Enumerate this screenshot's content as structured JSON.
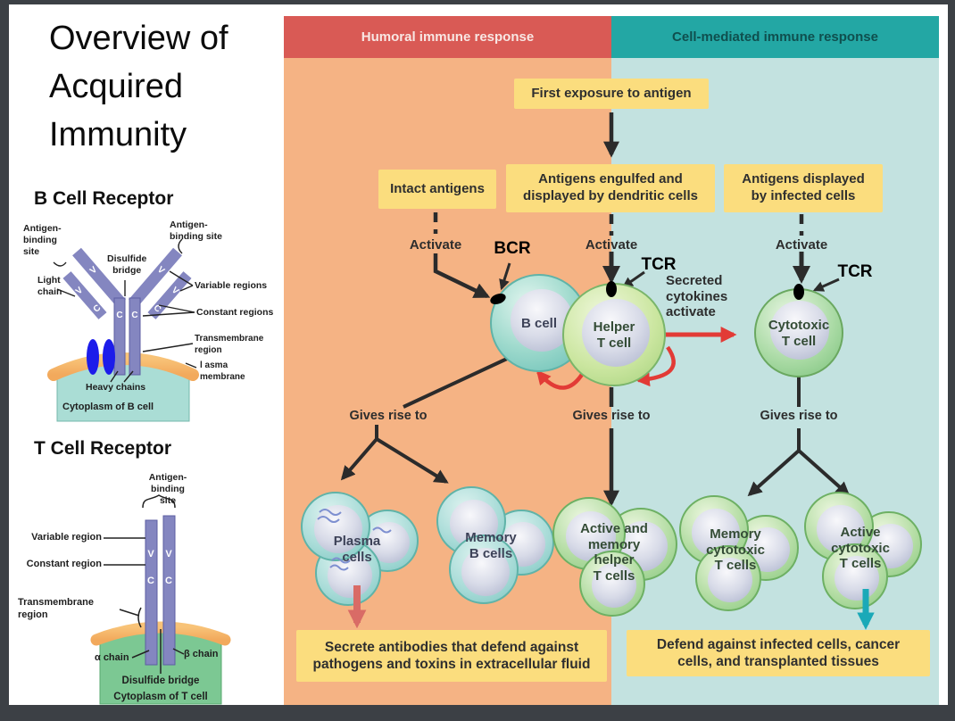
{
  "slide": {
    "title": "Overview of\nAcquired\nImmunity"
  },
  "bcr": {
    "heading": "B Cell Receptor",
    "labels": {
      "antigen_binding_left": "Antigen-\nbinding\nsite",
      "antigen_binding_right": "Antigen-\nbinding site",
      "disulfide_bridge": "Disulfide\nbridge",
      "light_chain": "Light\nchain",
      "variable_regions": "Variable regions",
      "constant_regions": "Constant regions",
      "transmembrane_region": "Transmembrane\nregion",
      "plasma_membrane": "l asma\nmembrane",
      "heavy_chains": "Heavy chains",
      "cytoplasm": "Cytoplasm of B cell",
      "v": "V",
      "c": "C"
    }
  },
  "tcr": {
    "heading": "T Cell Receptor",
    "labels": {
      "antigen_binding": "Antigen-\nbinding\nsite",
      "variable_region": "Variable region",
      "constant_region": "Constant region",
      "transmembrane_region": "Transmembrane\nregion",
      "alpha_chain": "α chain",
      "beta_chain": "β chain",
      "disulfide_bridge": "Disulfide bridge",
      "cytoplasm": "Cytoplasm of T cell",
      "v": "V",
      "c": "C"
    }
  },
  "flowchart": {
    "headers": {
      "humoral": "Humoral immune response",
      "cell_mediated": "Cell-mediated immune response"
    },
    "boxes": {
      "first_exposure": "First exposure to antigen",
      "intact_antigens": "Intact antigens",
      "antigens_engulfed": "Antigens engulfed and\ndisplayed by dendritic cells",
      "antigens_displayed": "Antigens displayed\nby infected cells",
      "humoral_outcome": "Secrete antibodies that defend against\npathogens and toxins in extracellular fluid",
      "cell_outcome": "Defend against infected cells, cancer\ncells, and transplanted tissues"
    },
    "labels": {
      "activate": "Activate",
      "bcr": "BCR",
      "tcr": "TCR",
      "secreted_cytokines": "Secreted\ncytokines\nactivate",
      "gives_rise": "Gives rise to"
    },
    "cells": {
      "b_cell": "B cell",
      "helper_t": "Helper\nT cell",
      "cytotoxic_t": "Cytotoxic\nT cell",
      "plasma": "Plasma\ncells",
      "memory_b": "Memory\nB cells",
      "active_memory_helper": "Active and\nmemory\nhelper\nT cells",
      "memory_cytotoxic": "Memory\ncytotoxic\nT cells",
      "active_cytotoxic": "Active\ncytotoxic\nT cells"
    },
    "colors": {
      "humoral_header": "#d95a55",
      "cell_mediated_header": "#23a7a4",
      "humoral_bg": "#f5b384",
      "cell_mediated_bg": "#c3e2e0",
      "box_yellow": "#fbdd7e",
      "red_arrow": "#e23b36",
      "teal_arrow": "#1aa9b8",
      "pink_arrow": "#d96b66"
    }
  }
}
